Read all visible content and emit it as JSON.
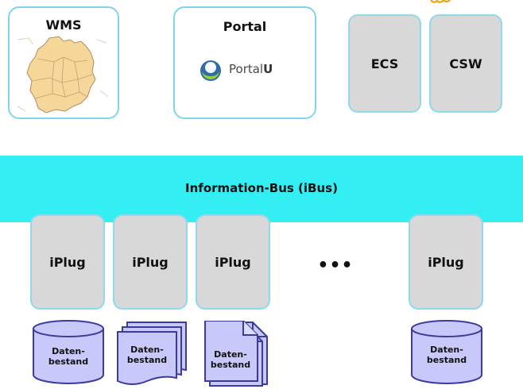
{
  "top": {
    "wms": {
      "title": "WMS"
    },
    "portal": {
      "title": "Portal",
      "logo_text": "Portal",
      "logo_suffix": "U"
    },
    "ecs": {
      "label": "ECS"
    },
    "csw": {
      "label": "CSW"
    }
  },
  "bus": {
    "label": "Information-Bus (iBus)"
  },
  "iplugs": [
    "iPlug",
    "iPlug",
    "iPlug",
    "iPlug"
  ],
  "ellipsis": "•••",
  "datastores": [
    {
      "line1": "Daten-",
      "line2": "bestand"
    },
    {
      "line1": "Daten-",
      "line2": "bestand"
    },
    {
      "line1": "Daten-",
      "line2": "bestand"
    },
    {
      "line1": "Daten-",
      "line2": "bestand"
    }
  ],
  "colors": {
    "bus": "#33eef2",
    "frame_border": "#7fd4ee",
    "iplug_fill": "#d8d8d8",
    "store_fill": "#c8c8fa",
    "store_stroke": "#3a3aa0"
  }
}
